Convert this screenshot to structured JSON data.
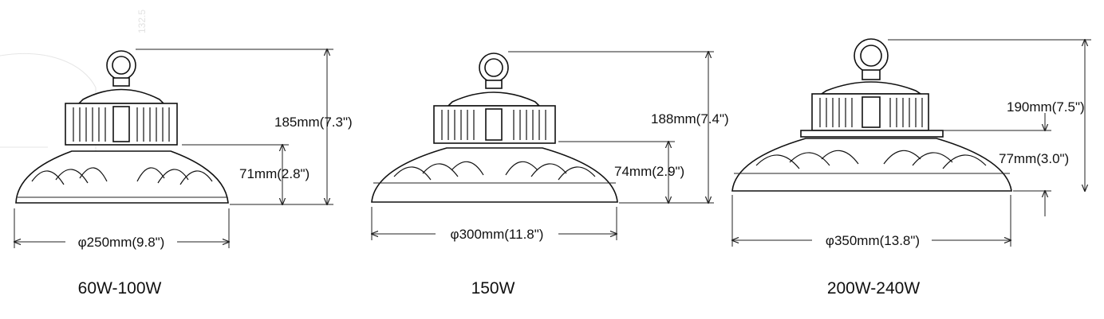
{
  "lamps": [
    {
      "model": "60W-100W",
      "height": "185mm(7.3\")",
      "body_height": "71mm(2.8\")",
      "diameter": "φ250mm(9.8\")"
    },
    {
      "model": "150W",
      "height": "188mm(7.4\")",
      "body_height": "74mm(2.9\")",
      "diameter": "φ300mm(11.8\")"
    },
    {
      "model": "200W-240W",
      "height": "190mm(7.5\")",
      "body_height": "77mm(3.0\")",
      "diameter": "φ350mm(13.8\")"
    }
  ],
  "watermark": {
    "text": "132.5"
  }
}
